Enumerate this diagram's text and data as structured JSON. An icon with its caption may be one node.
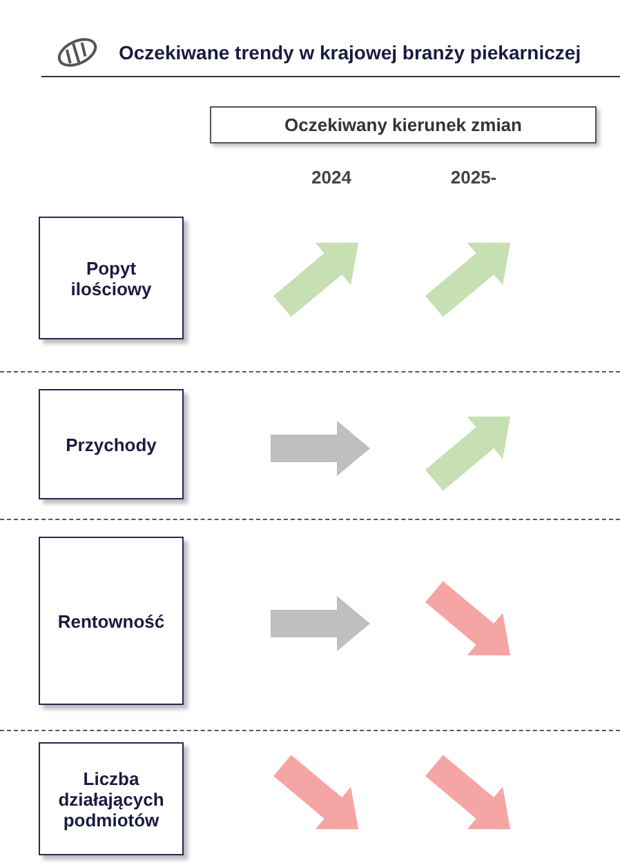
{
  "diagram": {
    "title": "Oczekiwane trendy w krajowej branży piekarniczej",
    "nodes": [
      {
        "text": [
          "Oczekiwany kierunek zmian"
        ]
      },
      {
        "text": [
          "Popyt ilościowy"
        ]
      },
      {
        "text": [
          "Przychody"
        ]
      },
      {
        "text": [
          "Rentowność"
        ]
      },
      {
        "text": [
          "Liczba działających podmiotów"
        ]
      }
    ],
    "labels": [
      "2024",
      "2025-"
    ]
  }
}
